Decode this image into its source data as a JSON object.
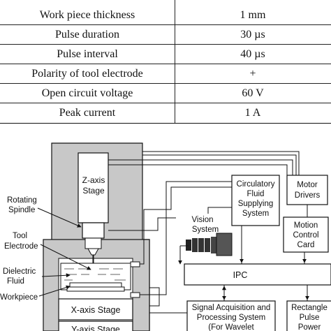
{
  "table": {
    "rows": [
      {
        "parameter": "Work piece thickness",
        "value": "1 mm"
      },
      {
        "parameter": "Pulse duration",
        "value": "30 µs"
      },
      {
        "parameter": "Pulse interval",
        "value": "40 µs"
      },
      {
        "parameter": "Polarity of tool electrode",
        "value": "+"
      },
      {
        "parameter": "Open circuit voltage",
        "value": "60 V"
      },
      {
        "parameter": "Peak current",
        "value": "1 A"
      }
    ]
  },
  "diagram": {
    "z_axis_stage": [
      "Z-axis",
      "Stage"
    ],
    "rotating_spindle": [
      "Rotating",
      "Spindle"
    ],
    "tool_electrode": [
      "Tool",
      "Electrode"
    ],
    "dielectric_fluid": [
      "Dielectric",
      "Fluid"
    ],
    "workpiece": "Workpiece",
    "x_axis_stage": "X-axis Stage",
    "y_axis_stage": "Y-axis Stage",
    "circulatory_fluid": [
      "Circulatory",
      "Fluid",
      "Supplying",
      "System"
    ],
    "motor_drivers": [
      "Motor",
      "Drivers"
    ],
    "motion_control_card": [
      "Motion",
      "Control",
      "Card"
    ],
    "vision_system": [
      "Vision",
      "System"
    ],
    "ipc": "IPC",
    "signal_acquisition": [
      "Signal Acquisition and",
      "Processing System",
      "(For Wavelet"
    ],
    "rectangle_pulse_power": [
      "Rectangle",
      "Pulse",
      "Power"
    ]
  }
}
